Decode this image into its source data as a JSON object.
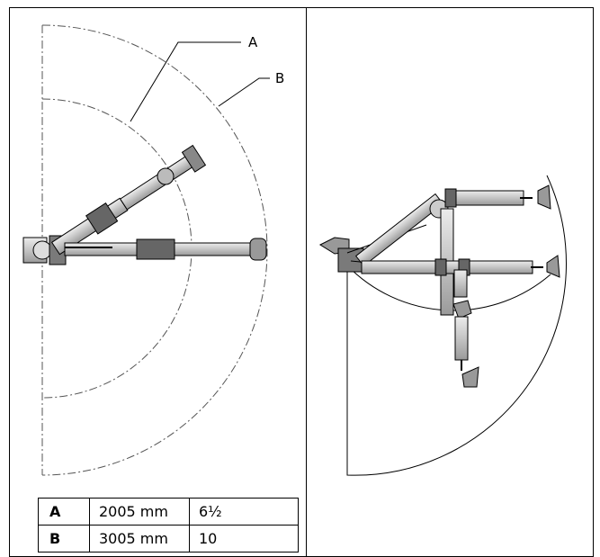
{
  "labels": {
    "a": "A",
    "b": "B"
  },
  "table": [
    {
      "key": "A",
      "mm": "2005 mm",
      "ft": "6½"
    },
    {
      "key": "B",
      "mm": "3005 mm",
      "ft": "10"
    }
  ]
}
